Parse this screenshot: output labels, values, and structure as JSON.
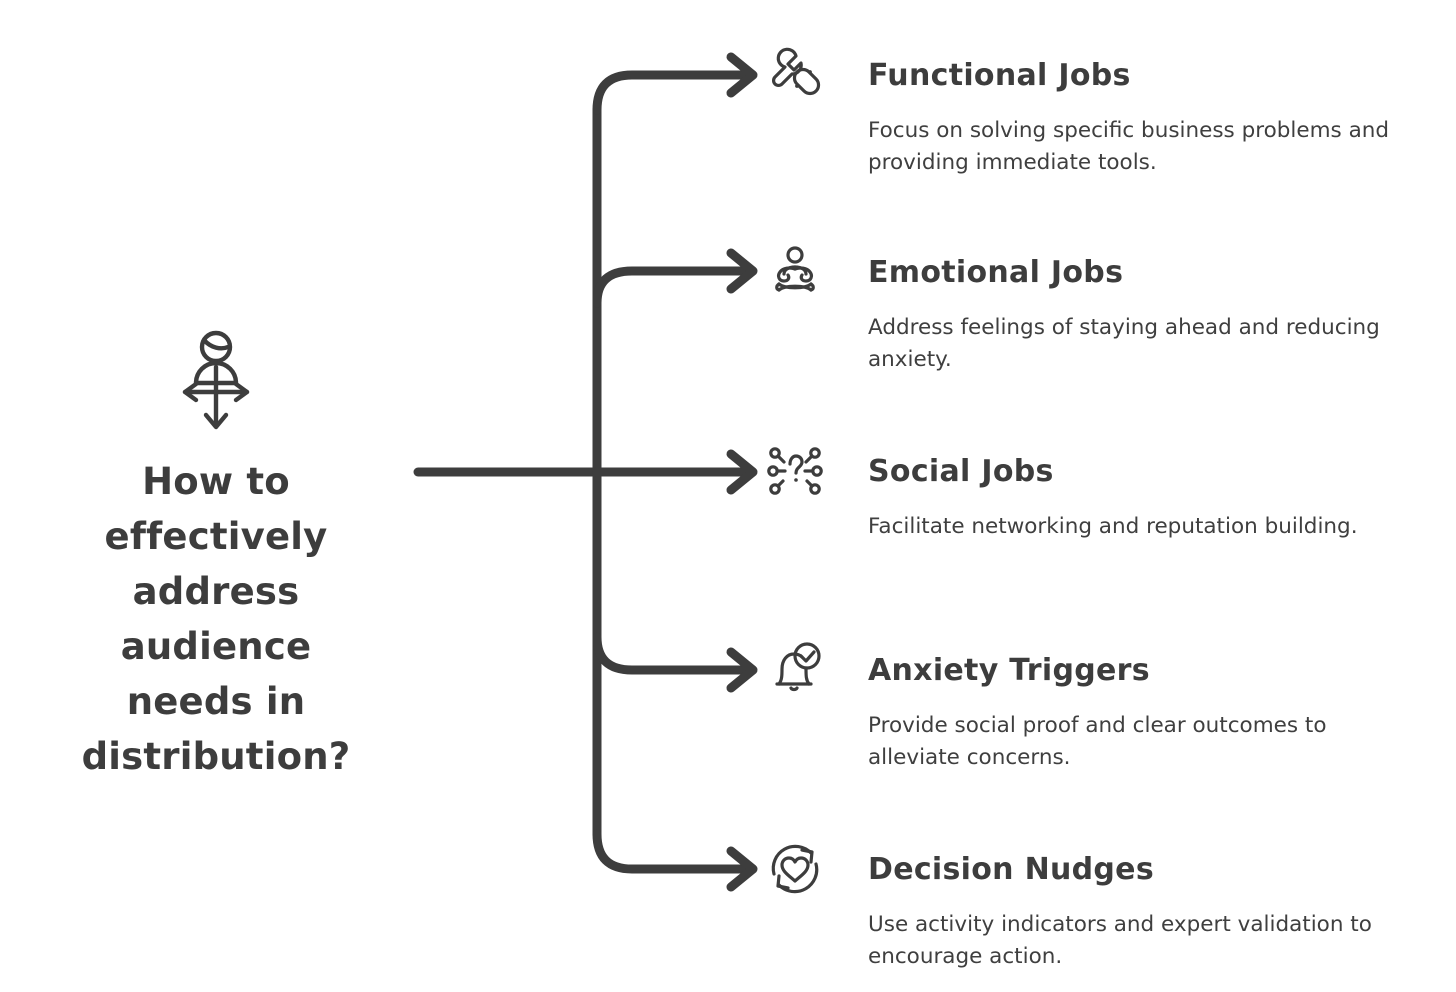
{
  "root": {
    "icon": "audience-distribution-icon",
    "title": "How to\neffectively\naddress\naudience\nneeds in\ndistribution?"
  },
  "colors": {
    "ink": "#3d3d3d",
    "body_text": "#3f3f3f",
    "background": "#ffffff"
  },
  "connector": {
    "name": "branch-connector-arrows",
    "style": "rounded-elbow-arrows",
    "arrow_count": 5
  },
  "branches": [
    {
      "icon": "wrench-multitool-icon",
      "title": "Functional Jobs",
      "description": "Focus on solving specific business problems and providing immediate tools."
    },
    {
      "icon": "meditation-lotus-icon",
      "title": "Emotional Jobs",
      "description": "Address feelings of staying ahead and reducing anxiety."
    },
    {
      "icon": "network-question-icon",
      "title": "Social Jobs",
      "description": "Facilitate networking and reputation building."
    },
    {
      "icon": "bell-check-icon",
      "title": "Anxiety Triggers",
      "description": "Provide social proof and clear outcomes to alleviate concerns."
    },
    {
      "icon": "heart-refresh-icon",
      "title": "Decision Nudges",
      "description": "Use activity indicators and expert validation to encourage action."
    }
  ]
}
